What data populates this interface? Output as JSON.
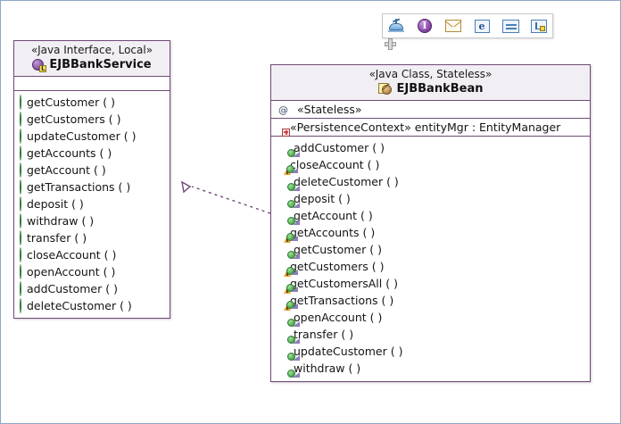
{
  "canvas": {
    "background": "#ffffff",
    "border_color": "#8fa8c8",
    "box_border_color": "#6f4a75",
    "header_fill": "#f2eff4"
  },
  "toolbar": {
    "name": "floating-palette",
    "buttons": [
      {
        "icon": "interface-tool-icon",
        "label": "Interface"
      },
      {
        "icon": "info-icon",
        "label": "Information"
      },
      {
        "icon": "mail-icon",
        "label": "Message"
      },
      {
        "icon": "letter-e-icon",
        "label": "Entity"
      },
      {
        "icon": "equals-icon",
        "label": "Attribute"
      },
      {
        "icon": "corner-badge-icon",
        "label": "Inner Type"
      }
    ]
  },
  "cursor": {
    "icon": "move-cursor-icon"
  },
  "diagram": {
    "interface": {
      "stereotype": "«Java Interface, Local»",
      "name": "EJBBankService",
      "type_icon": "interface-icon",
      "attributes": [],
      "operations": [
        {
          "icon": "operation-icon",
          "label": "getCustomer ( )"
        },
        {
          "icon": "operation-icon",
          "label": "getCustomers ( )"
        },
        {
          "icon": "operation-icon",
          "label": "updateCustomer ( )"
        },
        {
          "icon": "operation-icon",
          "label": "getAccounts ( )"
        },
        {
          "icon": "operation-icon",
          "label": "getAccount ( )"
        },
        {
          "icon": "operation-icon",
          "label": "getTransactions ( )"
        },
        {
          "icon": "operation-icon",
          "label": "deposit ( )"
        },
        {
          "icon": "operation-icon",
          "label": "withdraw ( )"
        },
        {
          "icon": "operation-icon",
          "label": "transfer ( )"
        },
        {
          "icon": "operation-icon",
          "label": "closeAccount ( )"
        },
        {
          "icon": "operation-icon",
          "label": "openAccount ( )"
        },
        {
          "icon": "operation-icon",
          "label": "addCustomer ( )"
        },
        {
          "icon": "operation-icon",
          "label": "deleteCustomer ( )"
        }
      ]
    },
    "bean": {
      "stereotype": "«Java Class, Stateless»",
      "name": "EJBBankBean",
      "type_icon": "class-icon",
      "annotations": [
        {
          "icon": "annotation-at-icon",
          "label": "«Stateless»"
        }
      ],
      "attributes": [
        {
          "icon": "field-icon",
          "label": "«PersistenceContext» entityMgr : EntityManager"
        }
      ],
      "operations": [
        {
          "icon": "operation-impl-icon",
          "label": "addCustomer ( )",
          "warning": false
        },
        {
          "icon": "operation-impl-icon",
          "label": "closeAccount ( )",
          "warning": true
        },
        {
          "icon": "operation-impl-icon",
          "label": "deleteCustomer ( )",
          "warning": false
        },
        {
          "icon": "operation-impl-icon",
          "label": "deposit ( )",
          "warning": false
        },
        {
          "icon": "operation-impl-icon",
          "label": "getAccount ( )",
          "warning": false
        },
        {
          "icon": "operation-impl-icon",
          "label": "getAccounts ( )",
          "warning": true
        },
        {
          "icon": "operation-impl-icon",
          "label": "getCustomer ( )",
          "warning": false
        },
        {
          "icon": "operation-impl-icon",
          "label": "getCustomers ( )",
          "warning": true
        },
        {
          "icon": "operation-impl-icon",
          "label": "getCustomersAll ( )",
          "warning": true
        },
        {
          "icon": "operation-impl-icon",
          "label": "getTransactions ( )",
          "warning": true
        },
        {
          "icon": "operation-impl-icon",
          "label": "openAccount ( )",
          "warning": false
        },
        {
          "icon": "operation-impl-icon",
          "label": "transfer ( )",
          "warning": false
        },
        {
          "icon": "operation-impl-icon",
          "label": "updateCustomer ( )",
          "warning": false
        },
        {
          "icon": "operation-impl-icon",
          "label": "withdraw ( )",
          "warning": false
        }
      ]
    },
    "relationship": {
      "kind": "realization",
      "from": "EJBBankBean",
      "to": "EJBBankService",
      "line_style": "dashed",
      "arrow_head": "hollow-triangle",
      "color": "#6f4a75"
    }
  }
}
